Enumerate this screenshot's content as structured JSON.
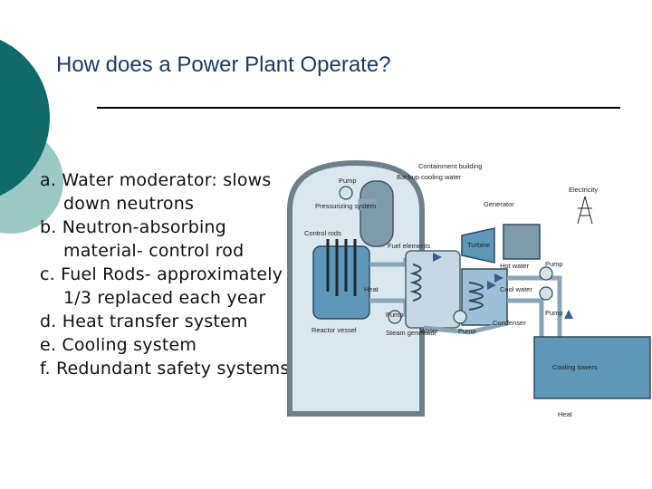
{
  "slide": {
    "title": "How does a Power Plant Operate?",
    "bullets": [
      "a. Water moderator: slows down neutrons",
      "b. Neutron-absorbing material- control rod",
      "c. Fuel Rods- approximately 1/3 replaced each year",
      "d. Heat transfer system",
      "e. Cooling system",
      "f. Redundant safety systems"
    ]
  },
  "diagram": {
    "labels": {
      "containment": "Containment building",
      "pump_top": "Pump",
      "pressurizing": "Pressurizing system",
      "backup": "Backup cooling water",
      "generator": "Generator",
      "electricity": "Electricity",
      "control": "Control rods",
      "fuel": "Fuel elements",
      "turbine": "Turbine",
      "heat": "Heat",
      "hot_water": "Hot water",
      "pump_right1": "Pump",
      "cool_water": "Cool water",
      "pump_mid": "Pump",
      "pump_right2": "Pump",
      "condenser": "Condenser",
      "reactor": "Reactor vessel",
      "steam": "Steam generator",
      "water": "Water",
      "pump_bottom": "Pump",
      "cooling_towers": "Cooling towers",
      "heat_out": "Heat"
    }
  },
  "colors": {
    "teal_dark": "#0f6b68",
    "teal_light": "#9cc9c6",
    "title": "#1d3a5c",
    "water": "#5f97b8",
    "steel": "#8aa6b6"
  }
}
